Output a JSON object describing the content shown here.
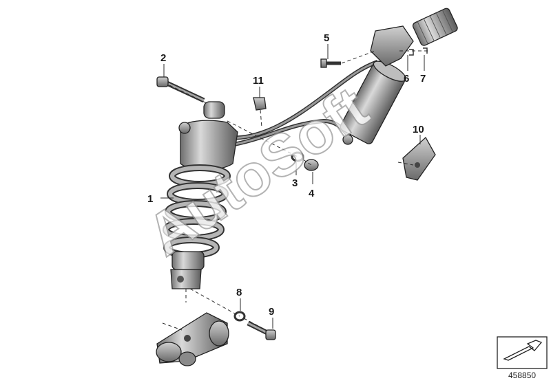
{
  "callouts": [
    "1",
    "2",
    "3",
    "4",
    "5",
    "6",
    "7",
    "8",
    "9",
    "10",
    "11"
  ],
  "watermark": "AutoSoft",
  "diagram_number": "458850"
}
